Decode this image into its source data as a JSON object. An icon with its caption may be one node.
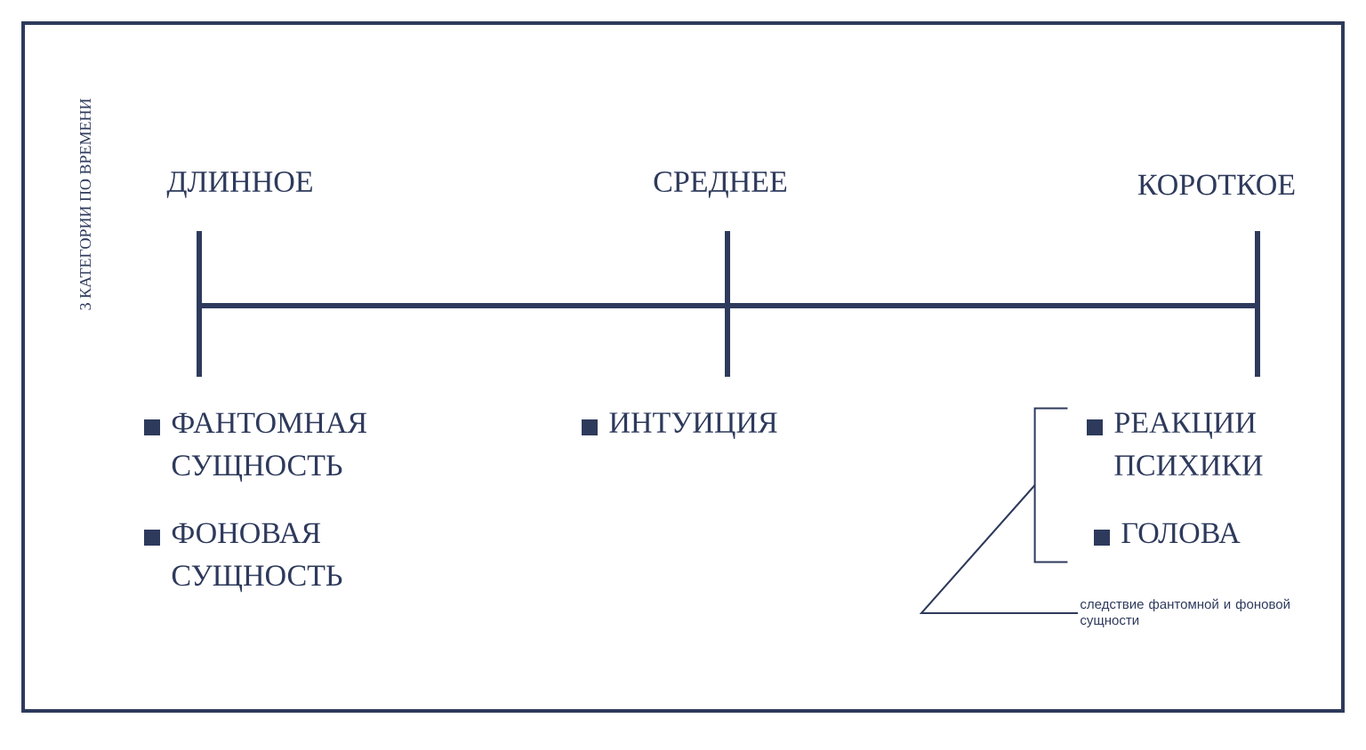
{
  "diagram": {
    "nodes": [
      {
        "text": [
          "следствие фантомной и фоновой сущности"
        ]
      },
      {
        "text": [],
        "shape": "bracket"
      }
    ],
    "edges": [
      {
        "from": 0,
        "to": 1,
        "arrow": "none"
      }
    ],
    "labels": [
      "3 КАТЕГОРИИ ПО ВРЕМЕНИ",
      "ДЛИННОЕ",
      "СРЕДНЕЕ",
      "КОРОТКОЕ",
      "ФАНТОМНАЯ СУЩНОСТЬ",
      "ИНТУИЦИЯ",
      "РЕАКЦИИ ПСИХИКИ",
      "ФОНОВАЯ СУЩНОСТЬ",
      "ГОЛОВА"
    ]
  }
}
